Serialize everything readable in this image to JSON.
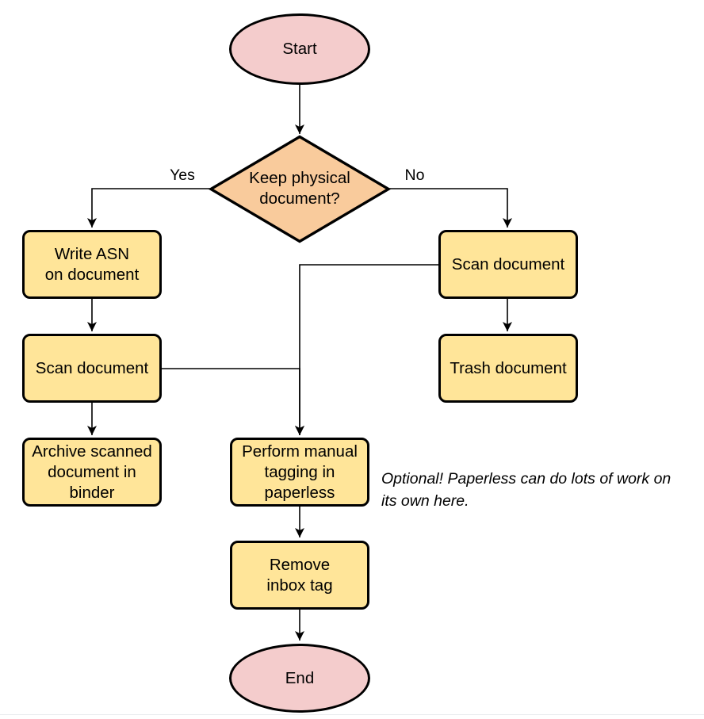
{
  "flowchart": {
    "nodes": {
      "start": {
        "label": "Start",
        "type": "terminal"
      },
      "keep_physical": {
        "label": "Keep physical\ndocument?",
        "type": "decision"
      },
      "write_asn": {
        "label": "Write ASN\non document",
        "type": "process"
      },
      "scan_left": {
        "label": "Scan document",
        "type": "process"
      },
      "archive": {
        "label": "Archive scanned\ndocument in\nbinder",
        "type": "process"
      },
      "scan_right": {
        "label": "Scan document",
        "type": "process"
      },
      "trash": {
        "label": "Trash document",
        "type": "process"
      },
      "tagging": {
        "label": "Perform manual\ntagging in\npaperless",
        "type": "process"
      },
      "remove_inbox": {
        "label": "Remove\ninbox tag",
        "type": "process"
      },
      "end": {
        "label": "End",
        "type": "terminal"
      }
    },
    "edge_labels": {
      "yes": "Yes",
      "no": "No"
    },
    "annotation": "Optional! Paperless can do lots of work on\nits own here.",
    "colors": {
      "terminal_fill": "#F4CCCC",
      "decision_fill": "#F9CB9C",
      "process_fill": "#FFE599",
      "stroke": "#000000",
      "separator": "#e9ebee"
    }
  }
}
